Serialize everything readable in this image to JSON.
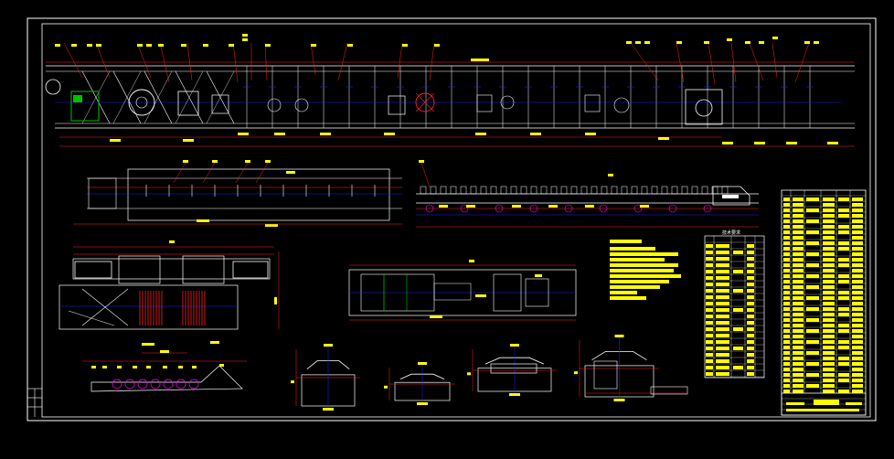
{
  "drawing": {
    "colors": {
      "background": "#000000",
      "frame": "#ffffff",
      "outline": "#ffffff",
      "dimension": "#ff2020",
      "centerline": "#2020ff",
      "label": "#ffff00",
      "accent_green": "#00c000",
      "accent_cyan": "#00ffff",
      "accent_magenta": "#ff00ff"
    },
    "views": [
      "main-elevation",
      "carrier-side-view",
      "gear-track-view",
      "drive-plan-view",
      "frame-plan-view",
      "specification-notes",
      "parts-table",
      "title-block",
      "chain-layout-view",
      "idler-section-a",
      "idler-section-b",
      "idler-section-c",
      "idler-section-d",
      "idler-section-e"
    ],
    "small_caption": "技术要求"
  }
}
